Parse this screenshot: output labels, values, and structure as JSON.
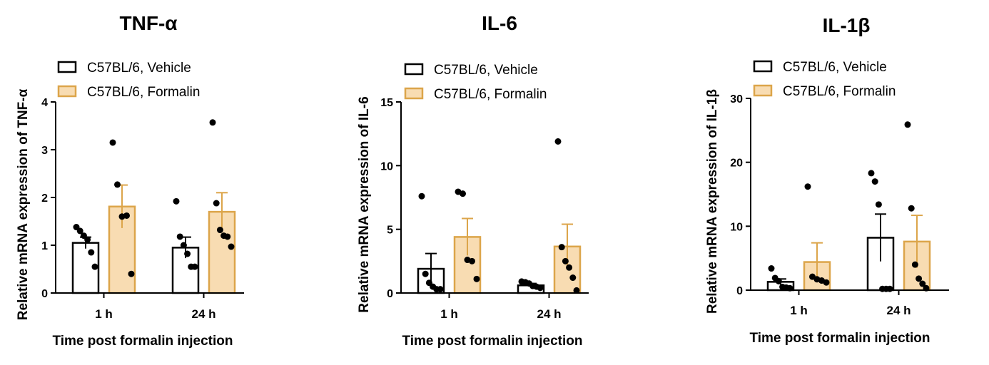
{
  "colors": {
    "vehicle_fill": "#ffffff",
    "vehicle_stroke": "#000000",
    "formalin_fill": "#f8dcb2",
    "formalin_stroke": "#dca54a",
    "dot": "#000000",
    "axis": "#000000"
  },
  "chart_data": [
    {
      "type": "bar",
      "title": "TNF-α",
      "xlabel": "Time post formalin injection",
      "ylabel": "Relative mRNA expression of TNF-α",
      "ylim": [
        0,
        4
      ],
      "yticks": [
        0,
        1,
        2,
        3,
        4
      ],
      "categories": [
        "1 h",
        "24 h"
      ],
      "legend_position": "top-left",
      "series": [
        {
          "name": "C57BL/6, Vehicle",
          "values": [
            1.05,
            0.95
          ],
          "sem": [
            0.12,
            0.22
          ],
          "points": [
            [
              1.38,
              1.3,
              1.2,
              1.12,
              0.85,
              0.55
            ],
            [
              1.92,
              1.18,
              1.0,
              0.82,
              0.55,
              0.55
            ]
          ]
        },
        {
          "name": "C57BL/6, Formalin",
          "values": [
            1.81,
            1.7
          ],
          "sem": [
            0.45,
            0.4
          ],
          "points": [
            [
              3.15,
              2.27,
              1.6,
              1.62,
              0.4
            ],
            [
              3.57,
              1.88,
              1.32,
              1.2,
              1.18,
              0.97
            ]
          ]
        }
      ]
    },
    {
      "type": "bar",
      "title": "IL-6",
      "xlabel": "Time post formalin injection",
      "ylabel": "Relative mRNA expression of IL-6",
      "ylim": [
        0,
        15
      ],
      "yticks": [
        0,
        5,
        10,
        15
      ],
      "categories": [
        "1 h",
        "24 h"
      ],
      "legend_position": "top-left",
      "series": [
        {
          "name": "C57BL/6, Vehicle",
          "values": [
            1.9,
            0.6
          ],
          "sem": [
            1.2,
            0.15
          ],
          "points": [
            [
              7.6,
              1.5,
              0.8,
              0.5,
              0.3,
              0.3
            ],
            [
              0.9,
              0.85,
              0.75,
              0.55,
              0.5,
              0.4
            ]
          ]
        },
        {
          "name": "C57BL/6, Formalin",
          "values": [
            4.4,
            3.65
          ],
          "sem": [
            1.45,
            1.75
          ],
          "points": [
            [
              7.95,
              7.8,
              2.6,
              2.5,
              1.1
            ],
            [
              11.9,
              3.6,
              2.5,
              2.0,
              1.2,
              0.2
            ]
          ]
        }
      ]
    },
    {
      "type": "bar",
      "title": "IL-1β",
      "xlabel": "Time post formalin injection",
      "ylabel": "Relative mRNA expression of IL-1β",
      "ylim": [
        0,
        30
      ],
      "yticks": [
        0,
        10,
        20,
        30
      ],
      "categories": [
        "1 h",
        "24 h"
      ],
      "legend_position": "top-left",
      "series": [
        {
          "name": "C57BL/6, Vehicle",
          "values": [
            1.3,
            8.2
          ],
          "sem": [
            0.45,
            3.7
          ],
          "points": [
            [
              3.4,
              1.9,
              1.4,
              0.5,
              0.4,
              0.3
            ],
            [
              18.3,
              17.0,
              13.4,
              0.2,
              0.2,
              0.2
            ]
          ]
        },
        {
          "name": "C57BL/6, Formalin",
          "values": [
            4.4,
            7.6
          ],
          "sem": [
            3.0,
            4.1
          ],
          "points": [
            [
              16.2,
              2.1,
              1.7,
              1.5,
              1.2
            ],
            [
              25.9,
              12.8,
              4.0,
              1.8,
              1.0,
              0.3
            ]
          ]
        }
      ]
    }
  ]
}
